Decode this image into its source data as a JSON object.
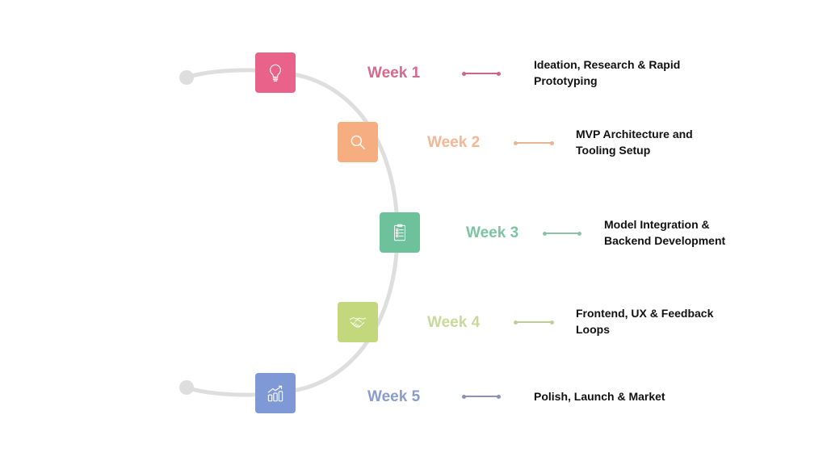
{
  "timeline": {
    "track_color": "#dedede",
    "steps": [
      {
        "week": "Week 1",
        "description_line1": "Ideation, Research & Rapid",
        "description_line2": "Prototyping",
        "icon": "lightbulb-icon",
        "box_color": "#e8628a",
        "label_color": "#d46a8c",
        "connector_color": "#c9668a"
      },
      {
        "week": "Week 2",
        "description_line1": "MVP Architecture and",
        "description_line2": "Tooling Setup",
        "icon": "search-icon",
        "box_color": "#f6ae80",
        "label_color": "#f2b793",
        "connector_color": "#e8b492"
      },
      {
        "week": "Week 3",
        "description_line1": "Model Integration &",
        "description_line2": "Backend Development",
        "icon": "clipboard-checklist-icon",
        "box_color": "#6ec29b",
        "label_color": "#7cc4a4",
        "connector_color": "#8fbfa9"
      },
      {
        "week": "Week 4",
        "description_line1": "Frontend, UX & Feedback",
        "description_line2": "Loops",
        "icon": "handshake-icon",
        "box_color": "#c3d77c",
        "label_color": "#c9d99a",
        "connector_color": "#c0cc98"
      },
      {
        "week": "Week 5",
        "description_line1": "Polish, Launch & Market",
        "description_line2": "",
        "icon": "growth-chart-icon",
        "box_color": "#7f98d6",
        "label_color": "#8a9ccc",
        "connector_color": "#8a93ad"
      }
    ]
  }
}
